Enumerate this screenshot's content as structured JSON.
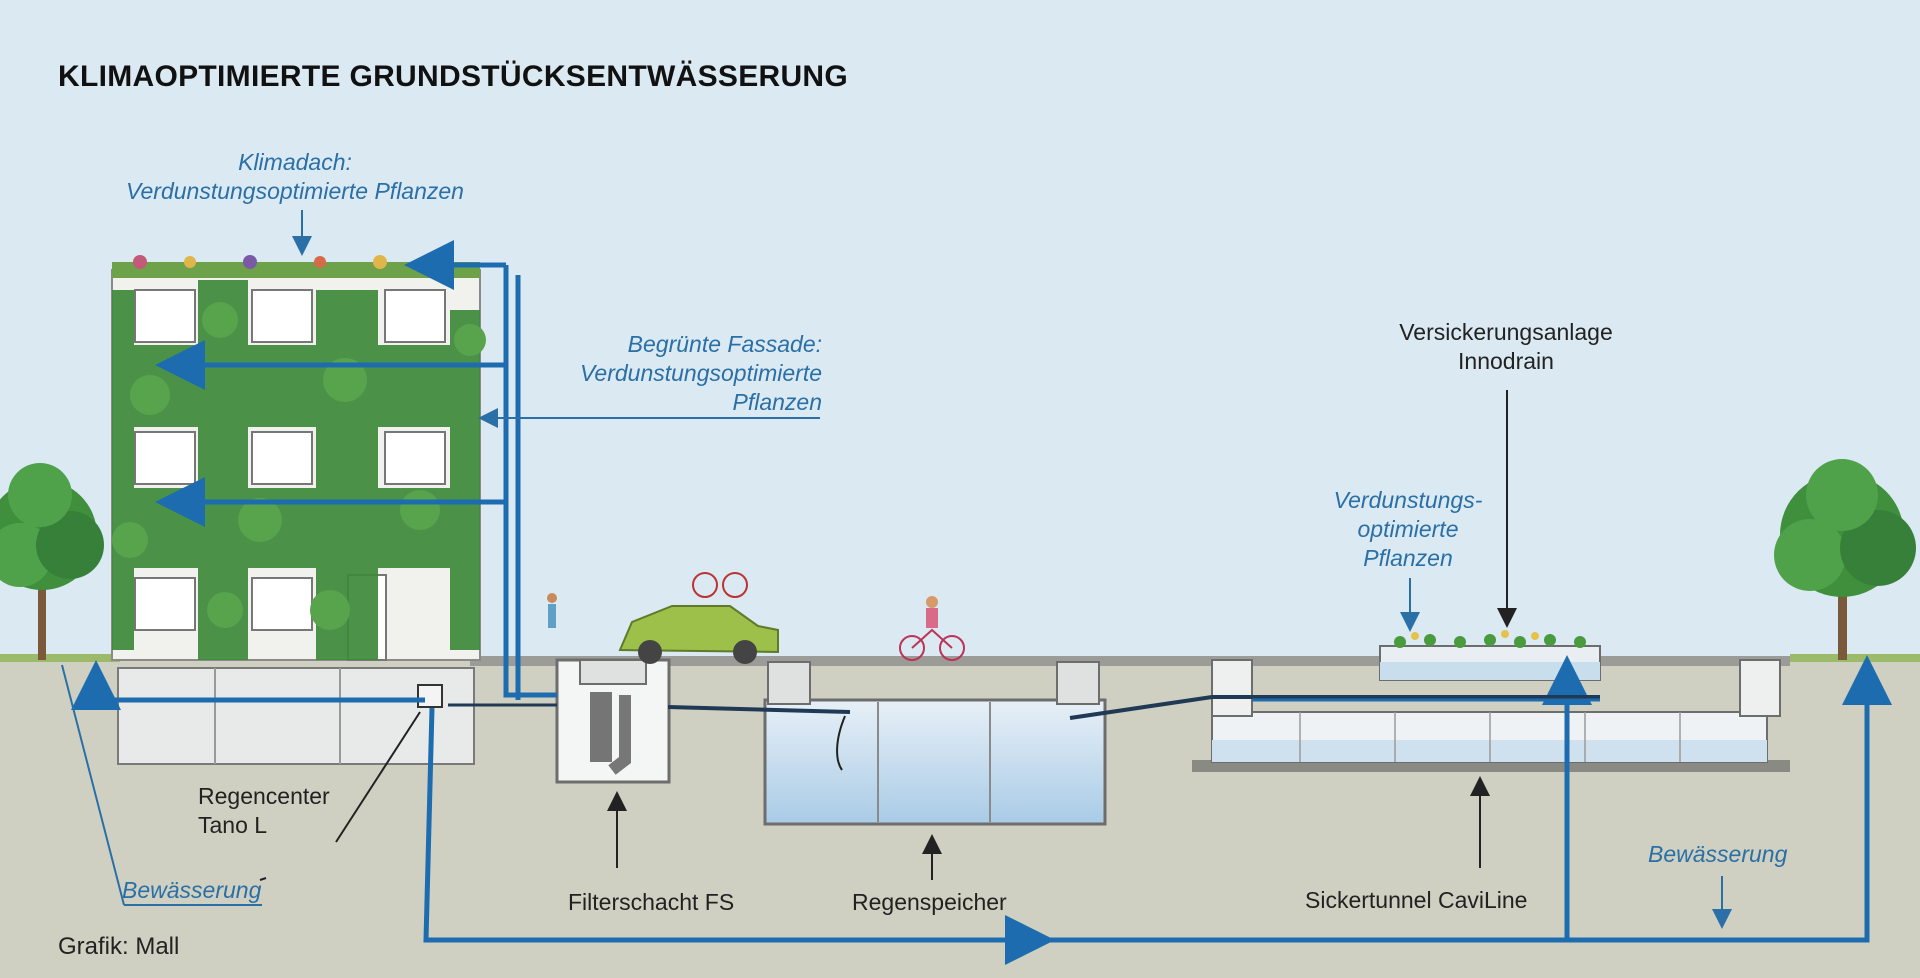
{
  "title": "KLIMAOPTIMIERTE GRUNDSTÜCKSENTWÄSSERUNG",
  "labels": {
    "klimadach_1": "Klimadach:",
    "klimadach_2": "Verdunstungsoptimierte Pflanzen",
    "fassade_1": "Begrünte Fassade:",
    "fassade_2": "Verdunstungsoptimierte",
    "fassade_3": "Pflanzen",
    "versickerung_1": "Versickerungsanlage",
    "versickerung_2": "Innodrain",
    "verdunstung_1": "Verdunstungs-",
    "verdunstung_2": "optimierte",
    "verdunstung_3": "Pflanzen",
    "regencenter_1": "Regencenter",
    "regencenter_2": "Tano L",
    "bewaesserung_left": "Bewässerung",
    "bewaesserung_right": "Bewässerung",
    "filterschacht": "Filterschacht FS",
    "regenspeicher": "Regenspeicher",
    "sickertunnel": "Sickertunnel CaviLine",
    "credit": "Grafik: Mall"
  },
  "colors": {
    "sky": "#dbe9f3",
    "ground": "#cfd0c1",
    "water_pipe": "#1e6cb0",
    "label_blue": "#2a6fa6",
    "foliage": "#3d8a3a",
    "tank_water": "#bcd6ea"
  }
}
